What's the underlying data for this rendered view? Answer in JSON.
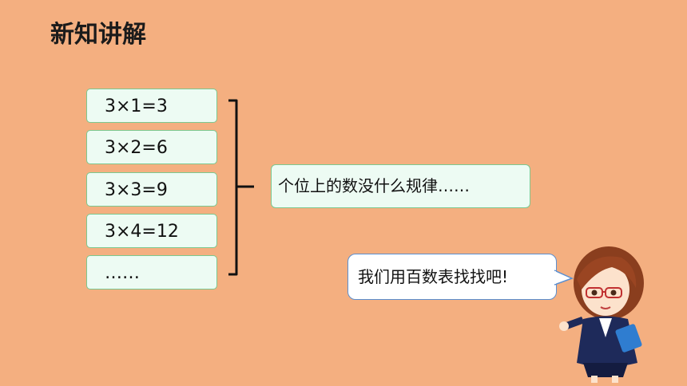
{
  "title": "新知讲解",
  "equations": [
    "3×1=3",
    "3×2=6",
    "3×3=9",
    "3×4=12",
    "……"
  ],
  "question": "个位上的数没什么规律……",
  "speech": "我们用百数表找找吧!",
  "colors": {
    "background": "#F4AF80",
    "box_fill": "#EDFBF3",
    "box_border": "#7BC88F",
    "speech_border": "#5B8FD0"
  }
}
